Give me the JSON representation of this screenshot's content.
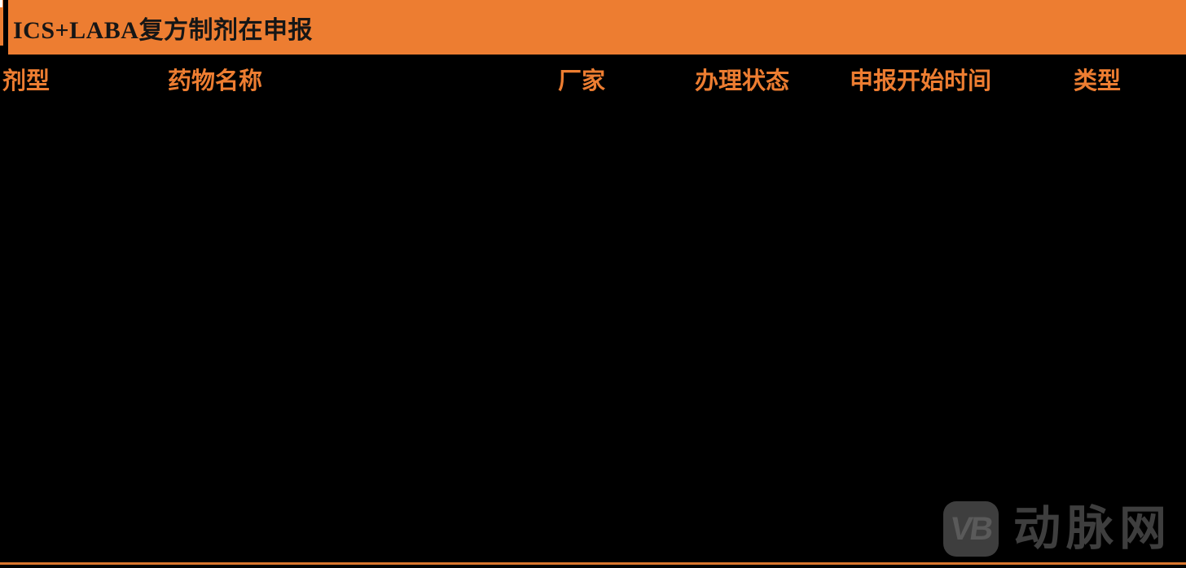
{
  "title_bar": {
    "title": "ICS+LABA复方制剂在申报",
    "background_color": "#ED7D31",
    "text_color": "#161616"
  },
  "table": {
    "header_text_color": "#ED7D31",
    "columns": [
      {
        "label": "剂型"
      },
      {
        "label": "药物名称"
      },
      {
        "label": "厂家"
      },
      {
        "label": "办理状态"
      },
      {
        "label": "申报开始时间"
      },
      {
        "label": "类型"
      }
    ],
    "rows": []
  },
  "watermark": {
    "logo_monogram": "VB",
    "text": "动脉网",
    "color": "#3E3E3E"
  },
  "footer": {
    "rule_color": "#D9752C"
  },
  "background_color": "#000000"
}
